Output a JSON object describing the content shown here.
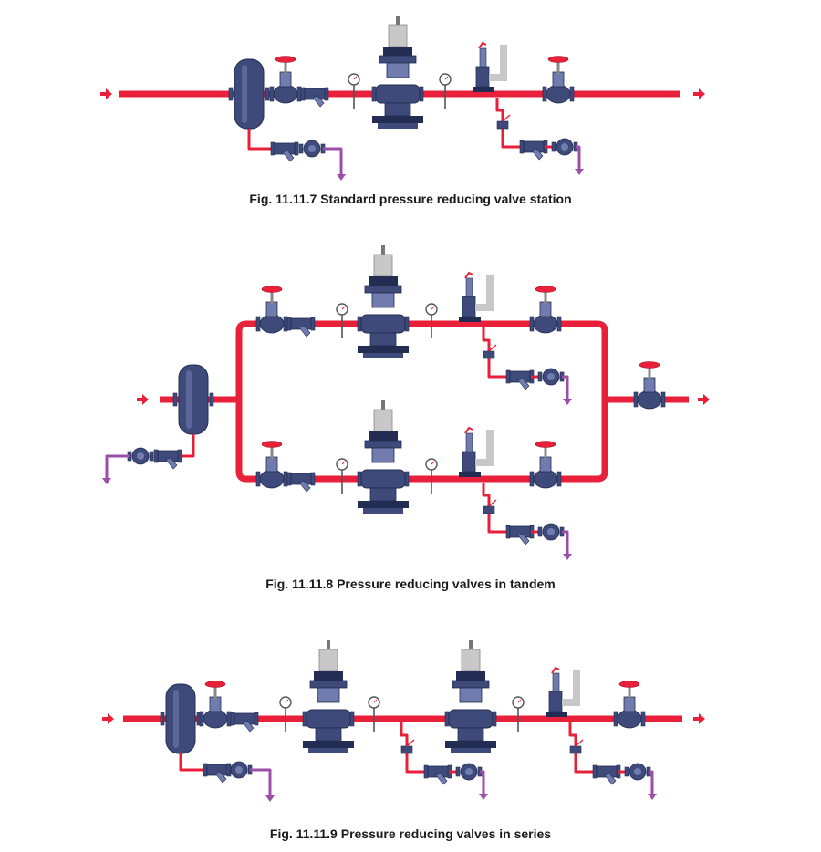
{
  "figures": [
    {
      "caption": "Fig. 11.11.7 Standard pressure reducing valve station"
    },
    {
      "caption": "Fig. 11.11.8 Pressure reducing valves in tandem"
    },
    {
      "caption": "Fig. 11.11.9 Pressure reducing valves in series"
    }
  ],
  "colors": {
    "steam": "#e8203a",
    "condensate": "#9b4fa8",
    "body": "#3d4a7a",
    "body_dark": "#232c52",
    "body_light": "#6f7cad",
    "handwheel": "#e8203a",
    "spring": "#c8c8c8"
  },
  "icons": [
    "separator-icon",
    "globe-valve-icon",
    "strainer-icon",
    "pressure-gauge-icon",
    "pressure-reducing-valve-icon",
    "safety-valve-icon",
    "steam-trap-icon",
    "flow-arrow-icon"
  ]
}
